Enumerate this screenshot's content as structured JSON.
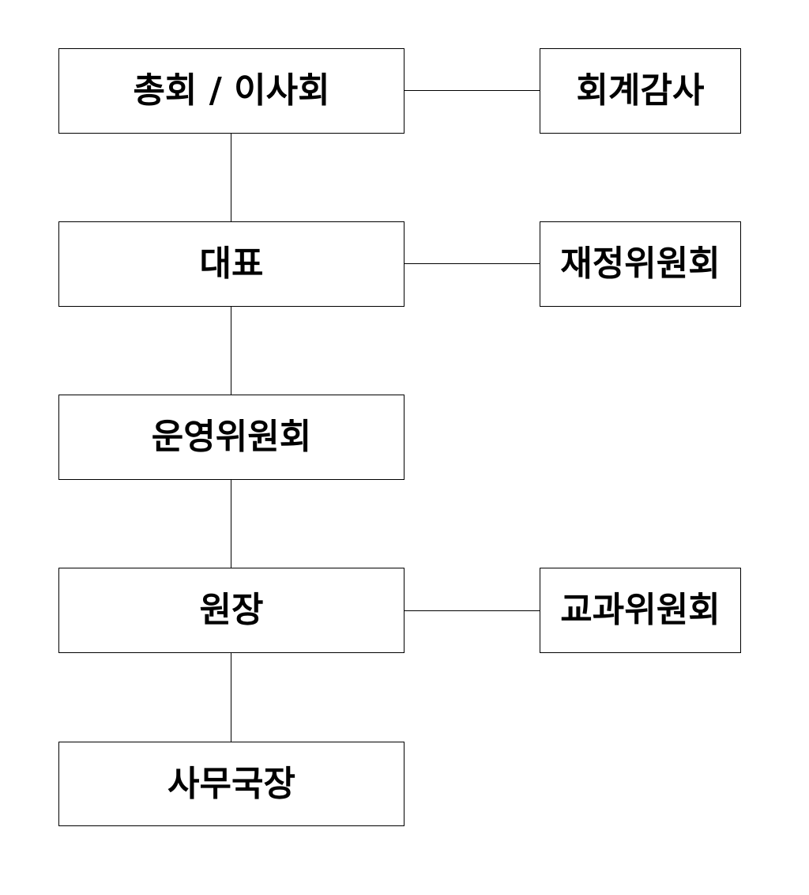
{
  "org_chart": {
    "general_assembly": "총회 / 이사회",
    "representative": "대표",
    "operating_committee": "운영위원회",
    "director": "원장",
    "secretary_general": "사무국장",
    "accounting_audit": "회계감사",
    "finance_committee": "재정위원회",
    "curriculum_committee": "교과위원회"
  },
  "colors": {
    "border": "#000000",
    "text": "#000000",
    "background": "#ffffff"
  }
}
